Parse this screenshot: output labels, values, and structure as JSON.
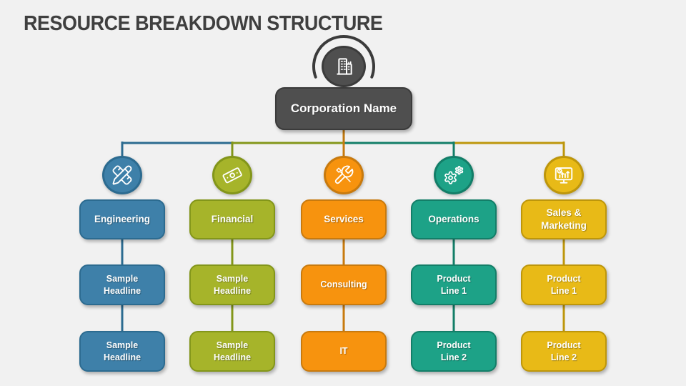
{
  "page": {
    "background": "#f1f1f1",
    "title_color": "#3f3f3f"
  },
  "title": "RESOURCE BREAKDOWN STRUCTURE",
  "root": {
    "label": "Corporation Name",
    "icon": "building-icon",
    "fill": "#4f4f4f",
    "border": "#3b3b3b",
    "drop_color": "#c0780f"
  },
  "branches": [
    {
      "label": "Engineering",
      "icon": "pencil-ruler-icon",
      "fill": "#3e80a9",
      "border": "#2c6b90",
      "line_color": "#2c6b90",
      "children": [
        "Sample\nHeadline",
        "Sample\nHeadline"
      ]
    },
    {
      "label": "Financial",
      "icon": "banknote-icon",
      "fill": "#a6b42a",
      "border": "#83961a",
      "line_color": "#83961a",
      "children": [
        "Sample\nHeadline",
        "Sample\nHeadline"
      ]
    },
    {
      "label": "Services",
      "icon": "wrench-screwdriver-icon",
      "fill": "#f7930e",
      "border": "#c87a0e",
      "line_color": "#c87a0e",
      "children": [
        "Consulting",
        "IT"
      ]
    },
    {
      "label": "Operations",
      "icon": "gears-icon",
      "fill": "#1da287",
      "border": "#137e68",
      "line_color": "#137e68",
      "children": [
        "Product\nLine 1",
        "Product\nLine 2"
      ]
    },
    {
      "label": "Sales &\nMarketing",
      "icon": "monitor-chart-icon",
      "fill": "#e8ba17",
      "border": "#bd960b",
      "line_color": "#bd960b",
      "children": [
        "Product\nLine 1",
        "Product\nLine 2"
      ]
    }
  ]
}
